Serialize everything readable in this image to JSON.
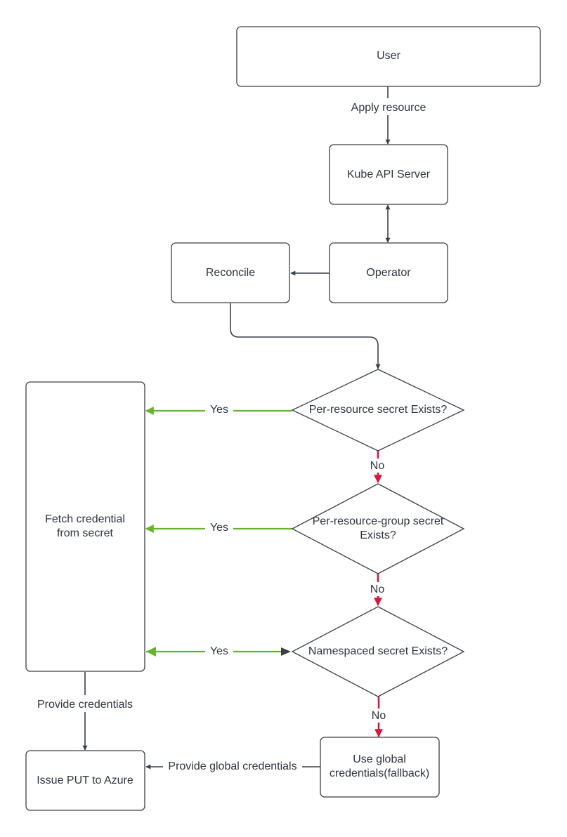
{
  "nodes": {
    "user": "User",
    "kube_api_server": "Kube API Server",
    "operator": "Operator",
    "reconcile": "Reconcile",
    "per_resource_decision": [
      "Per-resource secret Exists?"
    ],
    "per_resource_group_decision": [
      "Per-resource-group secret",
      "Exists?"
    ],
    "namespaced_decision": [
      "Namespaced secret Exists?"
    ],
    "fetch_credential": [
      "Fetch credential",
      "from secret"
    ],
    "use_global": [
      "Use global",
      "credentials(fallback)"
    ],
    "issue_put": "Issue PUT to Azure"
  },
  "edges": {
    "apply_resource": "Apply resource",
    "yes_1": "Yes",
    "yes_2": "Yes",
    "yes_3": "Yes",
    "no_1": "No",
    "no_2": "No",
    "no_3": "No",
    "provide_credentials": "Provide credentials",
    "provide_global_credentials": "Provide global credentials"
  },
  "colors": {
    "line": "#3a3f4b",
    "yes_edge": "#66b32e",
    "no_edge": "#d8173a"
  }
}
